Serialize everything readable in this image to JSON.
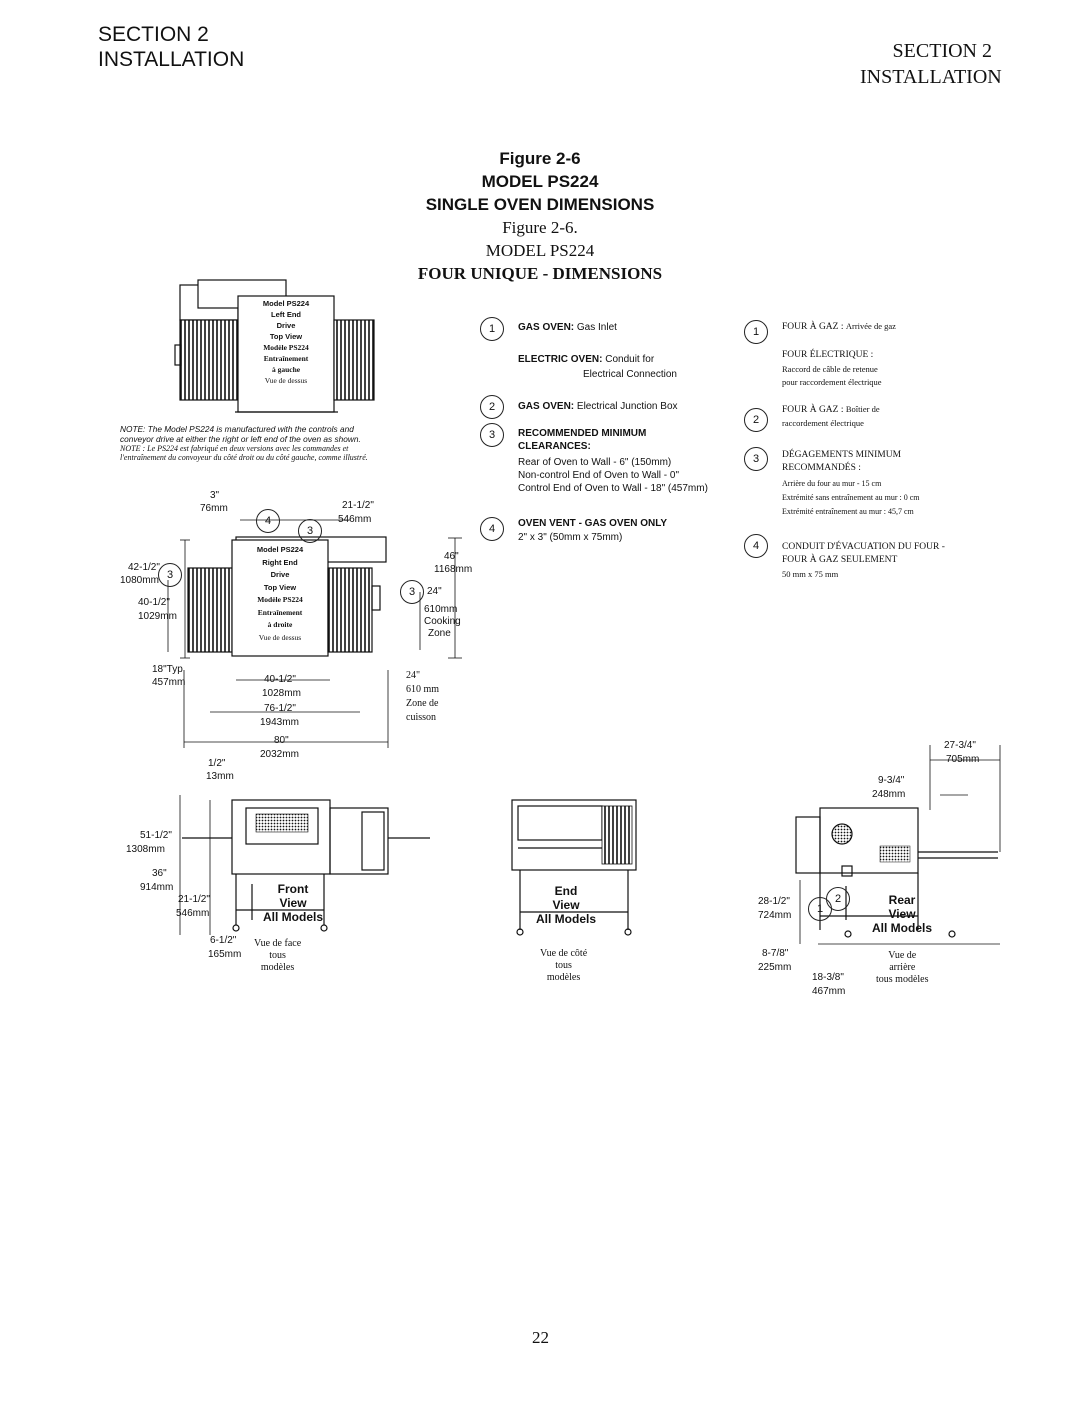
{
  "header": {
    "left_line1": "SECTION 2",
    "left_line2": "INSTALLATION",
    "right_line1": "SECTION 2",
    "right_line2": "INSTALLATION"
  },
  "titles": {
    "en": [
      "Figure 2-6",
      "MODEL PS224",
      "SINGLE OVEN DIMENSIONS"
    ],
    "fr": [
      "Figure 2-6.",
      "MODEL PS224",
      "FOUR UNIQUE - DIMENSIONS"
    ]
  },
  "top_left_box": [
    "Model PS224",
    "Left End",
    "Drive",
    "Top View",
    "Modèle PS224",
    "Entraînement",
    "à gauche",
    "Vue de dessus"
  ],
  "top_right_box": [
    "Model PS224",
    "Right End",
    "Drive",
    "Top View",
    "Modèle PS224",
    "Entraînement",
    "à droite",
    "Vue de dessus"
  ],
  "note": {
    "en_1": "NOTE: The Model PS224 is manufactured with the controls and",
    "en_2": "conveyor drive at either the right or left end of the oven as shown.",
    "fr_1": "NOTE : Le PS224 est fabriqué en deux versions avec les commandes et",
    "fr_2": "l'entraînement du convoyeur du côté droit ou du côté gauche, comme illustré."
  },
  "dims": {
    "d3": "3\"",
    "d76": "76mm",
    "d21": "21-1/2\"",
    "d546": "546mm",
    "d42": "42-1/2\"",
    "d1080": "1080mm",
    "d40": "40-1/2\"",
    "d1029": "1029mm",
    "d46": "46\"",
    "d1168": "1168mm",
    "d24": "24\"",
    "d610": "610mm",
    "cook1": "Cooking",
    "cook2": "Zone",
    "d18": "18\"Typ",
    "d457": "457mm",
    "d40b": "40-1/2\"",
    "d1028": "1028mm",
    "d24b": "24\"",
    "d610b": "610 mm",
    "zone1": "Zone de",
    "zone2": "cuisson",
    "d76b": "76-1/2\"",
    "d1943": "1943mm",
    "d80": "80\"",
    "d2032": "2032mm",
    "d12": "1/2\"",
    "d13": "13mm",
    "d51": "51-1/2\"",
    "d1308": "1308mm",
    "d36": "36\"",
    "d914": "914mm",
    "d21b": "21-1/2\"",
    "d546b": "546mm",
    "d6": "6-1/2\"",
    "d165": "165mm",
    "d27": "27-3/4\"",
    "d705": "705mm",
    "d9": "9-3/4\"",
    "d248": "248mm",
    "d28": "28-1/2\"",
    "d724": "724mm",
    "d8": "8-7/8\"",
    "d225": "225mm",
    "d18b": "18-3/8\"",
    "d467": "467mm"
  },
  "views": {
    "front": [
      "Front",
      "View",
      "All Models"
    ],
    "front_fr": [
      "Vue de face",
      "tous",
      "modèles"
    ],
    "end": [
      "End",
      "View",
      "All Models"
    ],
    "end_fr": [
      "Vue de côté",
      "tous",
      "modèles"
    ],
    "rear": [
      "Rear",
      "View",
      "All Models"
    ],
    "rear_fr": [
      "Vue de",
      "arrière",
      "tous modèles"
    ]
  },
  "legend_en": {
    "n1": "1",
    "i1a": "GAS OVEN:",
    "i1b": "Gas Inlet",
    "i1c": "ELECTRIC OVEN:",
    "i1d": "Conduit for",
    "i1e": "Electrical Connection",
    "n2": "2",
    "i2a": "GAS OVEN:",
    "i2b": "Electrical Junction Box",
    "n3": "3",
    "i3a": "RECOMMENDED MINIMUM",
    "i3b": "CLEARANCES:",
    "i3c": "Rear of Oven to Wall - 6\" (150mm)",
    "i3d": "Non-control End of Oven to Wall - 0\"",
    "i3e": "Control End of Oven to Wall - 18\" (457mm)",
    "n4": "4",
    "i4a": "OVEN VENT - GAS OVEN ONLY",
    "i4b": "2\" x 3\" (50mm x 75mm)"
  },
  "legend_fr": {
    "n1": "1",
    "i1a": "FOUR À GAZ :",
    "i1b": "Arrivée de gaz",
    "i1c": "FOUR ÉLECTRIQUE :",
    "i1d": "Raccord de câble de retenue",
    "i1e": "pour raccordement électrique",
    "n2": "2",
    "i2a": "FOUR À GAZ :",
    "i2b": "Boîtier de",
    "i2c": "raccordement électrique",
    "n3": "3",
    "i3a": "DÉGAGEMENTS MINIMUM",
    "i3b": "RECOMMANDÉS :",
    "i3c": "Arrière du four au mur - 15 cm",
    "i3d": "Extrémité sans entraînement au mur : 0 cm",
    "i3e": "Extrémité entraînement au mur : 45,7 cm",
    "n4": "4",
    "i4a": "CONDUIT D'ÉVACUATION DU FOUR -",
    "i4b": "FOUR À GAZ SEULEMENT",
    "i4c": "50 mm x 75 mm"
  },
  "callouts": {
    "c1": "1",
    "c2": "2",
    "c3": "3",
    "c4": "4"
  },
  "page_number": "22"
}
